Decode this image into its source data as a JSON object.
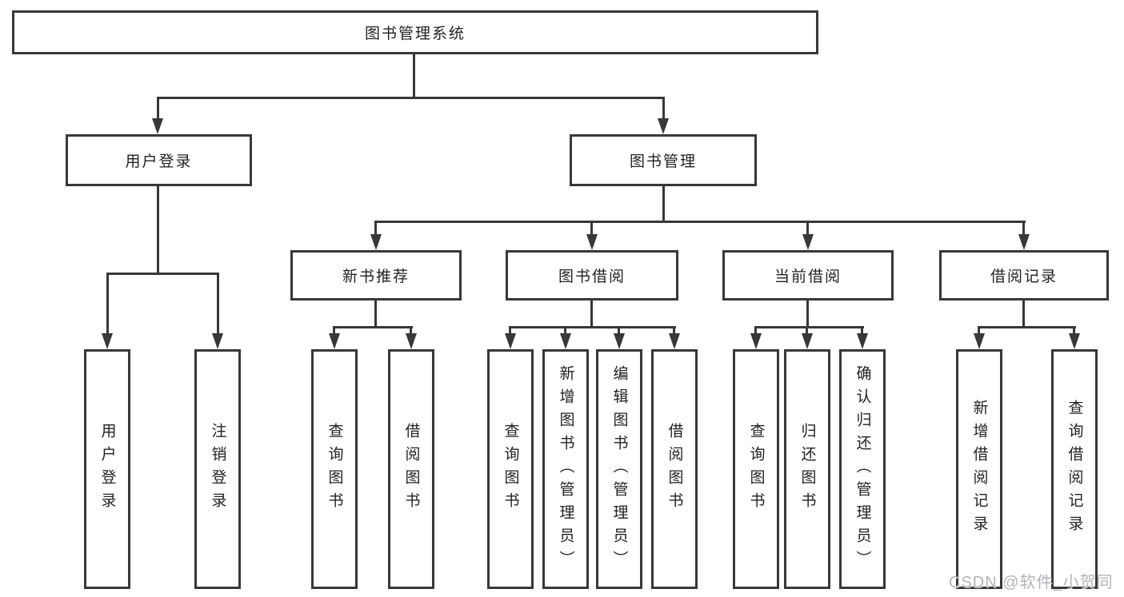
{
  "tree": {
    "label": "图书管理系统",
    "children": [
      {
        "label": "用户登录",
        "children": [
          {
            "label": "用户登录"
          },
          {
            "label": "注销登录"
          }
        ]
      },
      {
        "label": "图书管理",
        "children": [
          {
            "label": "新书推荐",
            "children": [
              {
                "label": "查询图书"
              },
              {
                "label": "借阅图书"
              }
            ]
          },
          {
            "label": "图书借阅",
            "children": [
              {
                "label": "查询图书"
              },
              {
                "label": "新增图书（管理员）"
              },
              {
                "label": "编辑图书（管理员）"
              },
              {
                "label": "借阅图书"
              }
            ]
          },
          {
            "label": "当前借阅",
            "children": [
              {
                "label": "查询图书"
              },
              {
                "label": "归还图书"
              },
              {
                "label": "确认归还（管理员）"
              }
            ]
          },
          {
            "label": "借阅记录",
            "children": [
              {
                "label": "新增借阅记录"
              },
              {
                "label": "查询借阅记录"
              }
            ]
          }
        ]
      }
    ]
  },
  "watermark": {
    "text": "CSDN @软件_小贺同学"
  },
  "colors": {
    "line": "#383838",
    "box_border": "#383838",
    "text": "#222222",
    "watermark": "#b1b4b9",
    "background": "#ffffff"
  }
}
